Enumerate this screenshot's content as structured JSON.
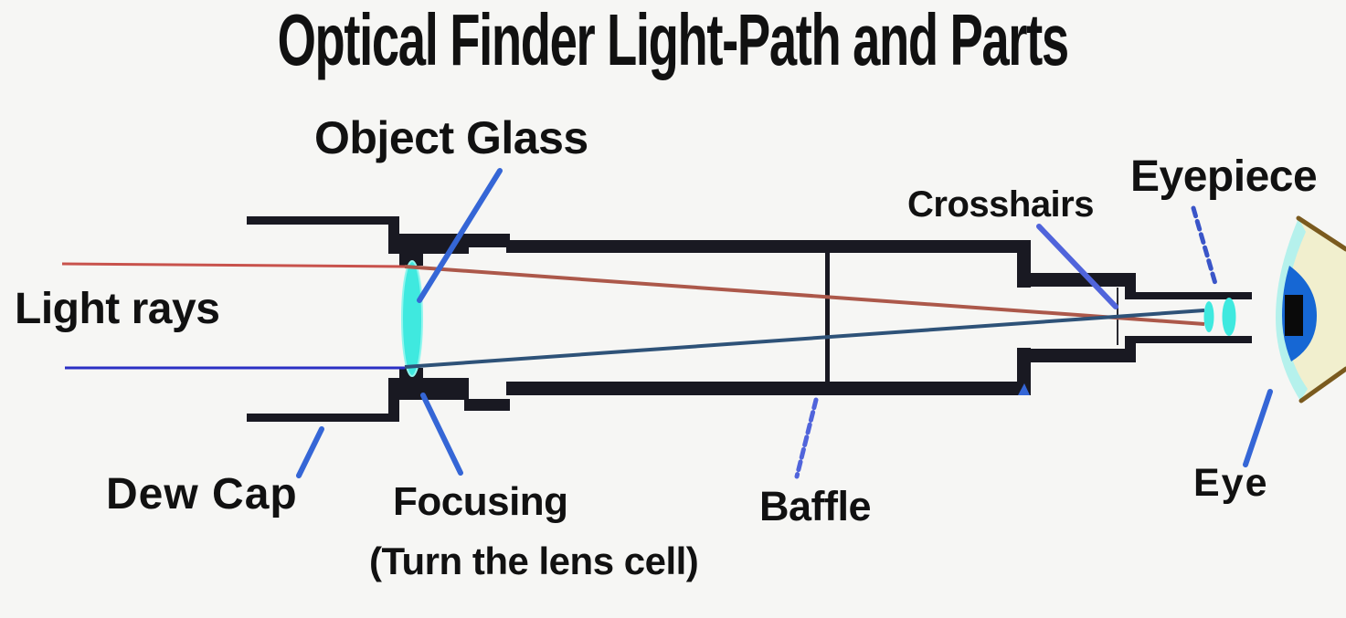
{
  "title": "Optical Finder Light-Path and Parts",
  "labels": {
    "object_glass": "Object Glass",
    "light_rays": "Light rays",
    "crosshairs": "Crosshairs",
    "eyepiece": "Eyepiece",
    "dew_cap": "Dew Cap",
    "focusing": "Focusing",
    "focusing_note": "(Turn the lens cell)",
    "baffle": "Baffle",
    "eye": "Eye"
  },
  "colors": {
    "bg": "#F6F6F4",
    "structure": "#191922",
    "label": "#111111",
    "lens_cyan": "#3FE9DF",
    "lens_edge": "#8FF6EE",
    "annotation_blue": "#3566D6",
    "crosshair_annotation_blue": "#5064DB",
    "eyepiece_annotation_blue": "#3A55C8",
    "ray_red_left": "#C8524C",
    "ray_red_right": "#AC584A",
    "ray_blue_left": "#2B2FC4",
    "ray_blue_right": "#2E5278",
    "eye_sclera": "#F1EFCE",
    "eye_outline_brown": "#7A5A1E",
    "eye_iris_blue": "#1667D4",
    "eye_cornea_cyan": "#B5F1EC",
    "eye_pupil": "#0A0A0A",
    "crosshair_line": "#2A2A32"
  }
}
